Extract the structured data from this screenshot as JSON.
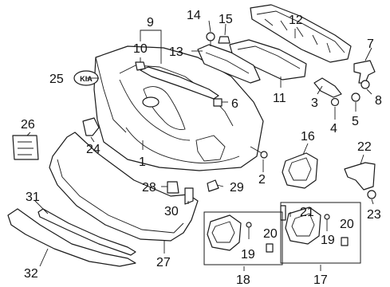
{
  "diagram": {
    "emblem_text": "KIA",
    "callouts": [
      "1",
      "2",
      "3",
      "4",
      "5",
      "6",
      "7",
      "8",
      "9",
      "10",
      "11",
      "12",
      "13",
      "14",
      "15",
      "16",
      "17",
      "18",
      "19",
      "19",
      "20",
      "20",
      "21",
      "22",
      "23",
      "24",
      "25",
      "26",
      "27",
      "28",
      "29",
      "30",
      "31",
      "32"
    ]
  }
}
